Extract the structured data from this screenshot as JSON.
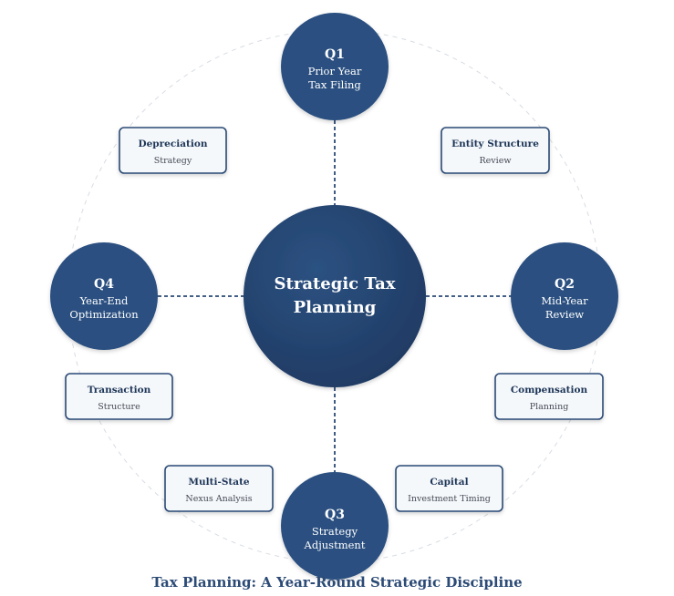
{
  "center": {
    "line1": "Strategic Tax",
    "line2": "Planning"
  },
  "quarters": [
    {
      "id": "q1",
      "title": "Q1",
      "line1": "Prior Year",
      "line2": "Tax Filing"
    },
    {
      "id": "q2",
      "title": "Q2",
      "line1": "Mid-Year",
      "line2": "Review"
    },
    {
      "id": "q3",
      "title": "Q3",
      "line1": "Strategy",
      "line2": "Adjustment"
    },
    {
      "id": "q4",
      "title": "Q4",
      "line1": "Year-End",
      "line2": "Optimization"
    }
  ],
  "topics": [
    {
      "id": "depreciation",
      "title": "Depreciation",
      "sub": "Strategy"
    },
    {
      "id": "entity-structure",
      "title": "Entity Structure",
      "sub": "Review"
    },
    {
      "id": "transaction",
      "title": "Transaction",
      "sub": "Structure"
    },
    {
      "id": "compensation",
      "title": "Compensation",
      "sub": "Planning"
    },
    {
      "id": "multi-state",
      "title": "Multi-State",
      "sub": "Nexus Analysis"
    },
    {
      "id": "capital",
      "title": "Capital",
      "sub": "Investment Timing"
    }
  ],
  "caption": "Tax Planning: A Year-Round Strategic Discipline",
  "colors": {
    "center_dark": "#1f3a63",
    "center_light": "#2c5282",
    "quarter_fill": "#2b5080",
    "box_border": "#2b4a75",
    "box_fill": "#f5f8fb",
    "caption": "#2b4a75"
  }
}
